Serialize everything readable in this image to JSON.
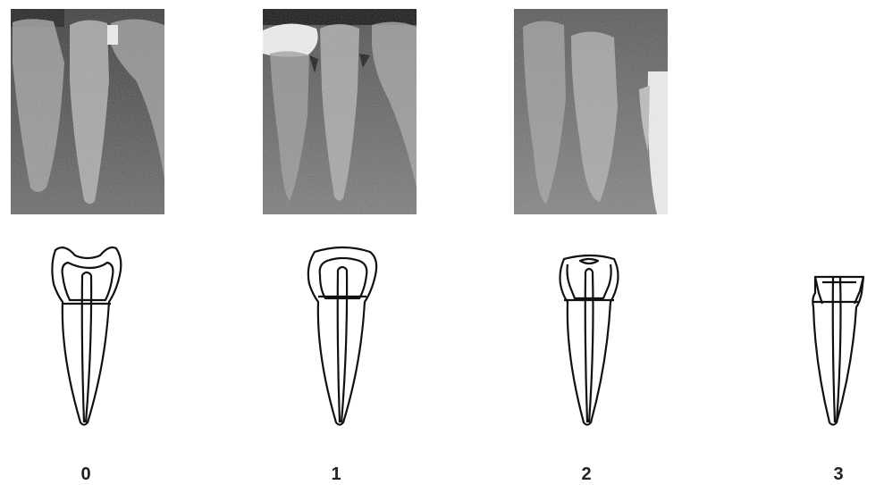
{
  "figure": {
    "stages": [
      {
        "label": "0",
        "has_radiograph": true
      },
      {
        "label": "1",
        "has_radiograph": true
      },
      {
        "label": "2",
        "has_radiograph": true
      },
      {
        "label": "3",
        "has_radiograph": false
      }
    ]
  },
  "colors": {
    "background": "#ffffff",
    "outline": "#111111",
    "xray_dark": "#2c2c2c",
    "xray_mid": "#7a7a7a",
    "xray_light": "#d8d8d8"
  }
}
